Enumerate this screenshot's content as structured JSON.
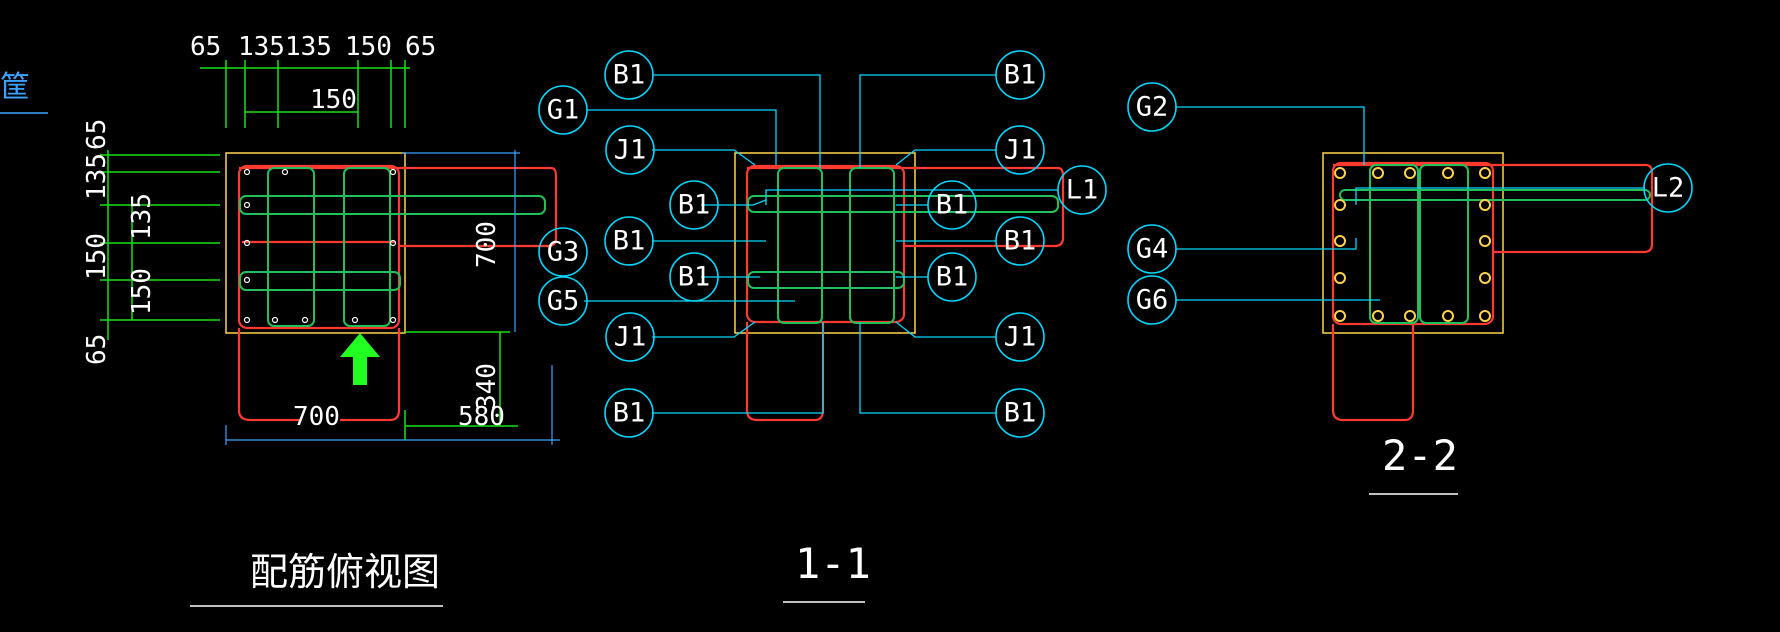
{
  "partial_text": "筐",
  "top_view": {
    "title": "配筋俯视图",
    "top_dims": [
      "65",
      "135135",
      "150",
      "65"
    ],
    "mid_dim": "150",
    "left_dims": [
      "65",
      "135",
      "135",
      "150",
      "150",
      "65"
    ],
    "width_dim": "700",
    "height_dim": "700",
    "dim_580": "580",
    "dim_340": "340"
  },
  "section_1": {
    "title": "1-1",
    "callouts": [
      "B1",
      "B1",
      "G1",
      "J1",
      "J1",
      "L1",
      "B1",
      "B1",
      "B1",
      "B1",
      "G3",
      "B1",
      "B1",
      "G5",
      "J1",
      "J1",
      "B1",
      "B1"
    ]
  },
  "section_2": {
    "title": "2-2",
    "callouts": [
      "G2",
      "L2",
      "G4",
      "G6"
    ]
  },
  "colors": {
    "background": "#000000",
    "rebar": "#ff3b2f",
    "stirrup_green": "#22c05a",
    "outline_yellow": "#ffd24a",
    "leader_cyan": "#00d8ff",
    "dim_green": "#19e019",
    "arrow_green": "#22ff22"
  }
}
